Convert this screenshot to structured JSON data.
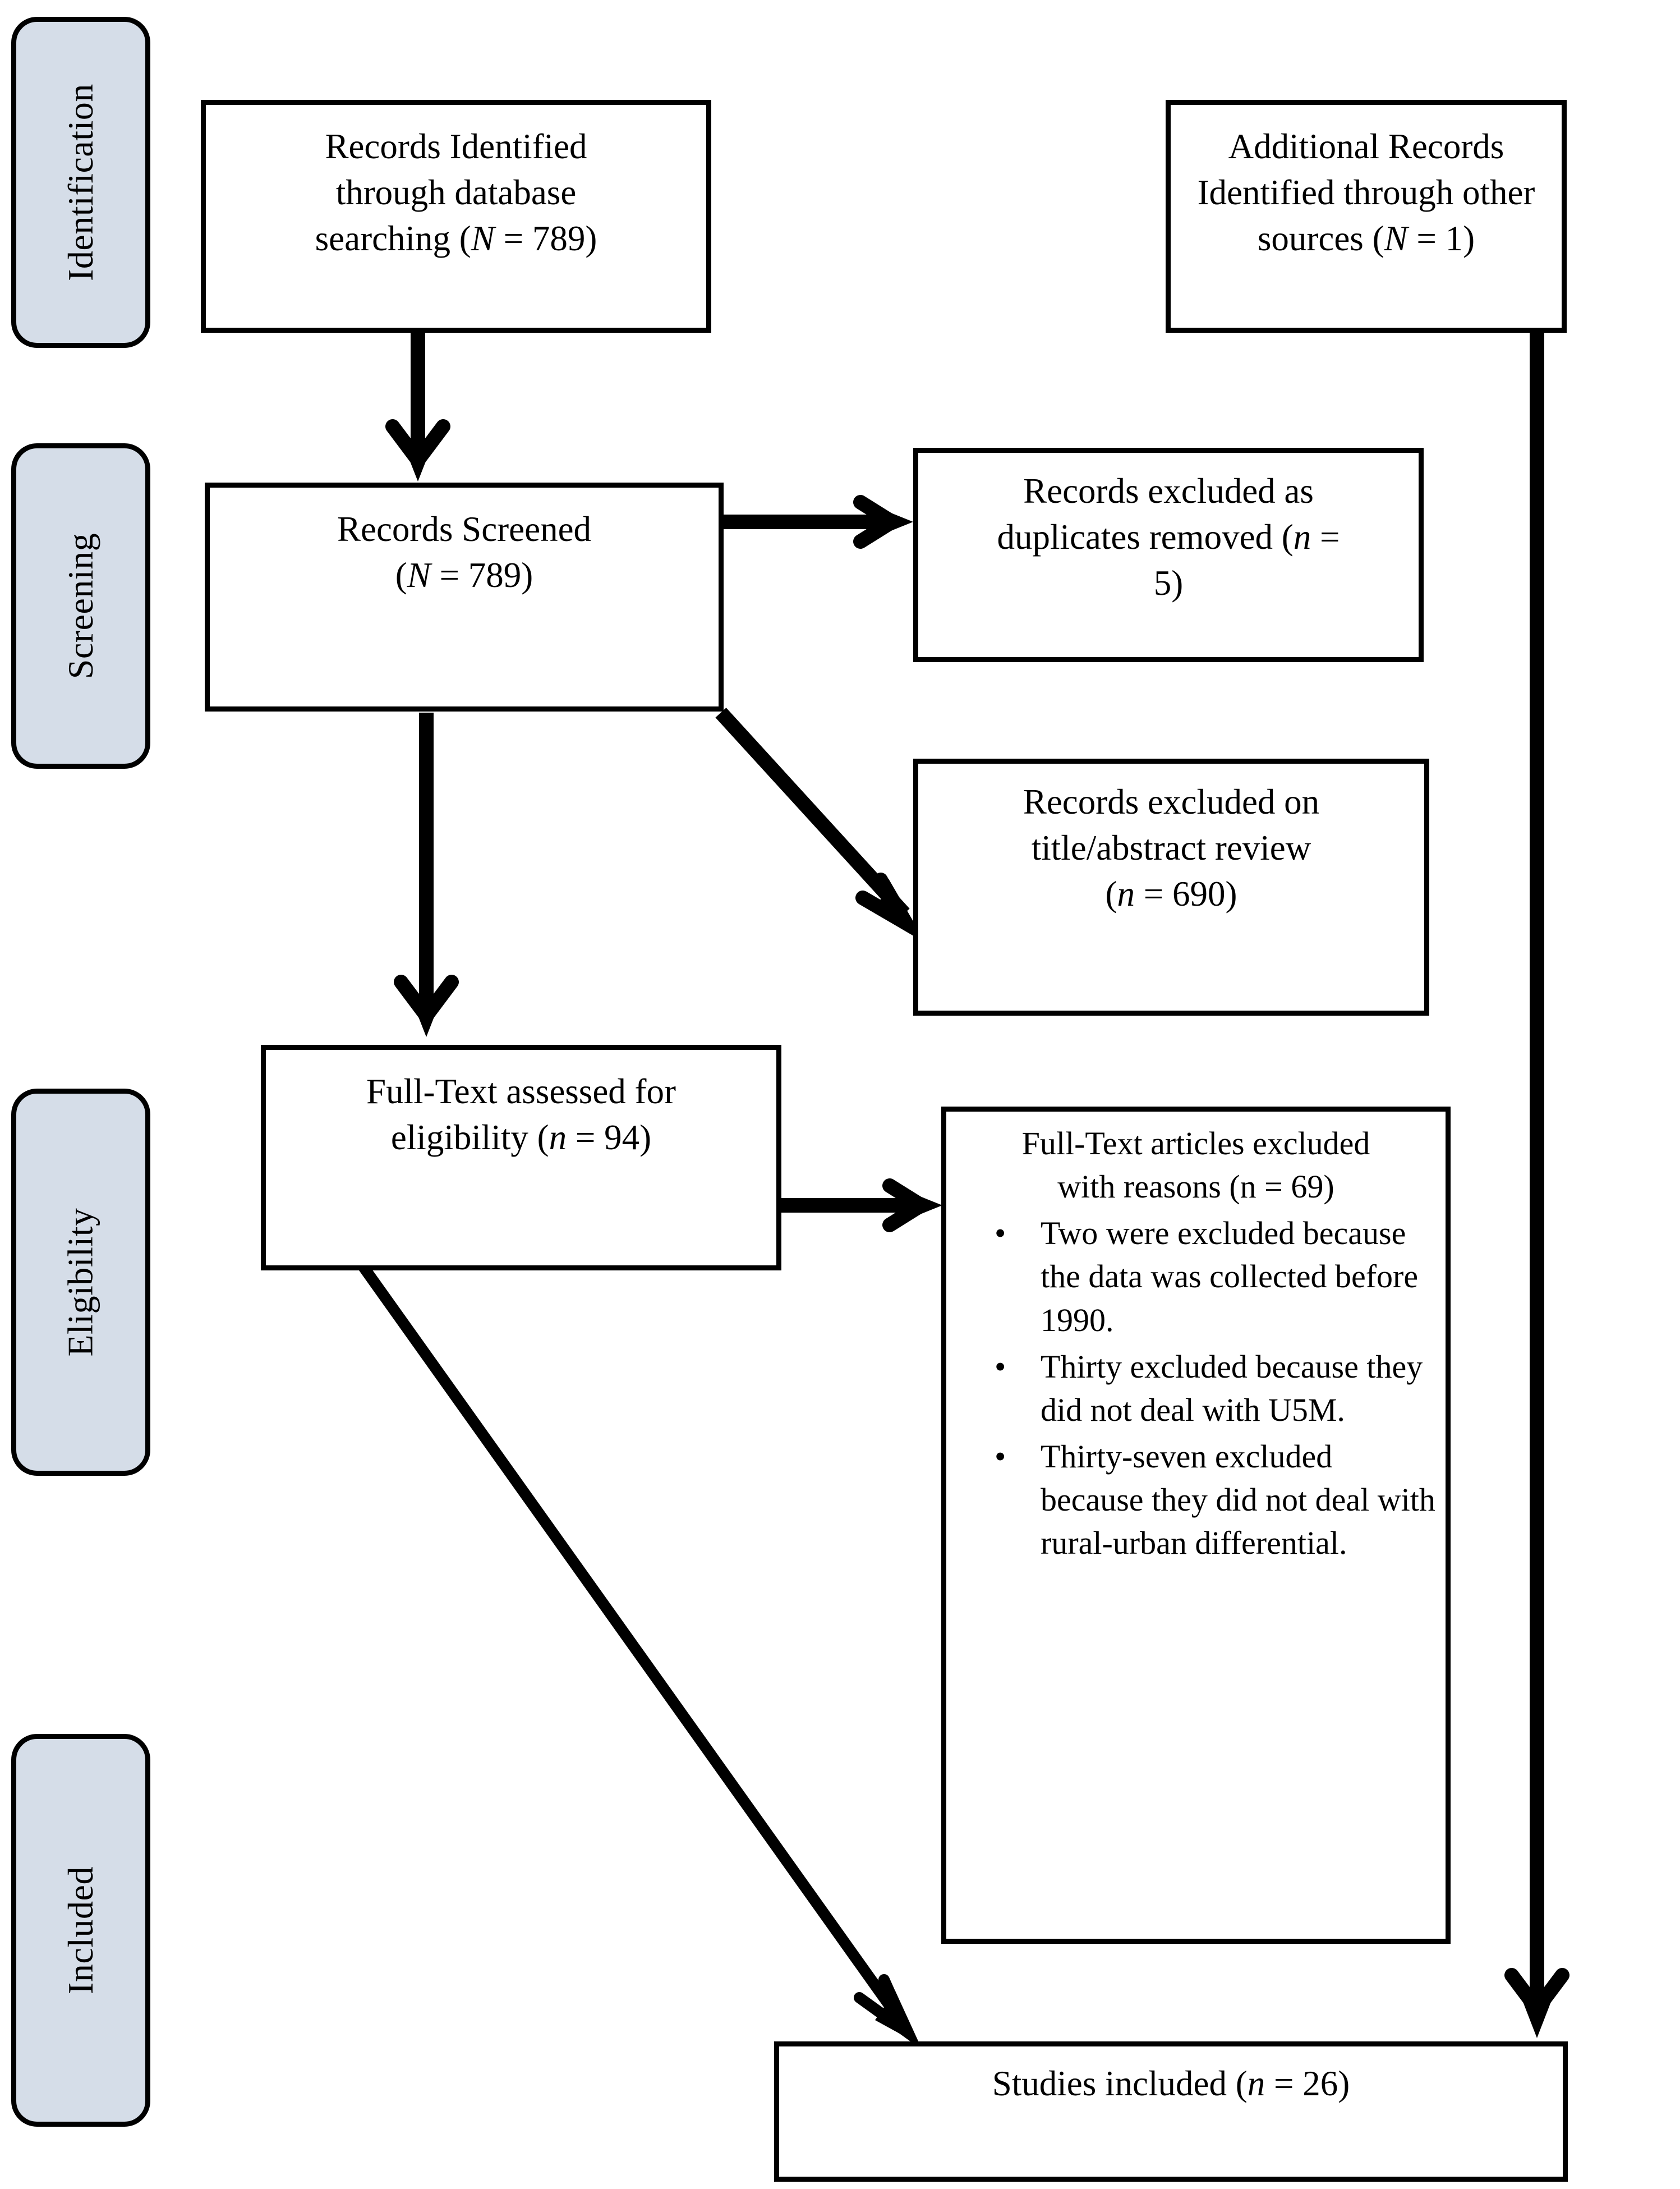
{
  "diagram": {
    "type": "prisma-flow-diagram",
    "title": "PRISMA study selection flow diagram",
    "colors": {
      "stage_label_fill": "#d5dde8",
      "stroke": "#000000",
      "box_fill": "#ffffff",
      "page_background": "#ffffff"
    }
  },
  "stages": [
    {
      "id": "identification",
      "label": "Identification"
    },
    {
      "id": "screening",
      "label": "Screening"
    },
    {
      "id": "eligibility",
      "label": "Eligibility"
    },
    {
      "id": "included",
      "label": "Included"
    }
  ],
  "boxes": {
    "records_identified": {
      "id": "records-identified",
      "stage": "identification",
      "lines": [
        {
          "parts": [
            {
              "t": "Records Identified",
              "style": "normal"
            }
          ]
        },
        {
          "parts": [
            {
              "t": "through database",
              "style": "normal"
            }
          ]
        },
        {
          "parts": [
            {
              "t": "searching (",
              "style": "normal"
            },
            {
              "t": "N",
              "style": "italic"
            },
            {
              "t": " = 789)",
              "style": "normal"
            }
          ]
        }
      ],
      "plain_text": "Records Identified through database searching (N = 789)",
      "count_symbol": "N",
      "count_value": 789
    },
    "additional_records": {
      "id": "additional-records",
      "stage": "identification",
      "lines": [
        {
          "parts": [
            {
              "t": "Additional Records",
              "style": "normal"
            }
          ]
        },
        {
          "parts": [
            {
              "t": "Identified through other",
              "style": "normal"
            }
          ]
        },
        {
          "parts": [
            {
              "t": "sources (",
              "style": "normal"
            },
            {
              "t": "N",
              "style": "italic"
            },
            {
              "t": " = 1)",
              "style": "normal"
            }
          ]
        }
      ],
      "plain_text": "Additional Records Identified through other sources (N = 1)",
      "count_symbol": "N",
      "count_value": 1
    },
    "records_screened": {
      "id": "records-screened",
      "stage": "screening",
      "lines": [
        {
          "parts": [
            {
              "t": "Records Screened",
              "style": "normal"
            }
          ]
        },
        {
          "parts": [
            {
              "t": "(",
              "style": "normal"
            },
            {
              "t": "N",
              "style": "italic"
            },
            {
              "t": " = 789)",
              "style": "normal"
            }
          ]
        }
      ],
      "plain_text": "Records Screened (N = 789)",
      "count_symbol": "N",
      "count_value": 789
    },
    "duplicates_removed": {
      "id": "records-excluded-duplicates",
      "stage": "screening",
      "lines": [
        {
          "parts": [
            {
              "t": "Records excluded as",
              "style": "normal"
            }
          ]
        },
        {
          "parts": [
            {
              "t": "duplicates removed (",
              "style": "normal"
            },
            {
              "t": "n",
              "style": "italic"
            },
            {
              "t": " =",
              "style": "normal"
            }
          ]
        },
        {
          "parts": [
            {
              "t": "5)",
              "style": "normal"
            }
          ]
        }
      ],
      "plain_text": "Records excluded as duplicates removed (n = 5)",
      "count_symbol": "n",
      "count_value": 5
    },
    "excluded_title_abstract": {
      "id": "records-excluded-title-abstract",
      "stage": "screening",
      "lines": [
        {
          "parts": [
            {
              "t": "Records excluded on",
              "style": "normal"
            }
          ]
        },
        {
          "parts": [
            {
              "t": "title/abstract review",
              "style": "normal"
            }
          ]
        },
        {
          "parts": [
            {
              "t": "(",
              "style": "normal"
            },
            {
              "t": "n",
              "style": "italic"
            },
            {
              "t": " = 690)",
              "style": "normal"
            }
          ]
        }
      ],
      "plain_text": "Records excluded on title/abstract review (n = 690)",
      "count_symbol": "n",
      "count_value": 690
    },
    "fulltext_assessed": {
      "id": "fulltext-assessed-eligibility",
      "stage": "eligibility",
      "lines": [
        {
          "parts": [
            {
              "t": "Full-Text assessed for",
              "style": "normal"
            }
          ]
        },
        {
          "parts": [
            {
              "t": "eligibility (",
              "style": "normal"
            },
            {
              "t": "n",
              "style": "italic"
            },
            {
              "t": " = 94)",
              "style": "normal"
            }
          ]
        }
      ],
      "plain_text": "Full-Text assessed for eligibility (n = 94)",
      "count_symbol": "n",
      "count_value": 94
    },
    "fulltext_excluded": {
      "id": "fulltext-articles-excluded",
      "stage": "eligibility",
      "heading_lines": [
        {
          "parts": [
            {
              "t": "Full-Text articles excluded",
              "style": "normal"
            }
          ]
        },
        {
          "parts": [
            {
              "t": "with reasons (",
              "style": "normal"
            },
            {
              "t": "n",
              "style": "italic"
            },
            {
              "t": " = 69)",
              "style": "normal"
            }
          ]
        }
      ],
      "heading_plain": "Full-Text articles excluded with reasons (n = 69)",
      "count_symbol": "n",
      "count_value": 69,
      "bullet_marker": "•",
      "reasons": [
        {
          "text": "Two were excluded because the data was collected before 1990.",
          "count": 2
        },
        {
          "text": "Thirty excluded because they did not deal with U5M.",
          "count": 30
        },
        {
          "text": "Thirty-seven excluded because they did not deal with rural-urban differential.",
          "count": 37
        }
      ]
    },
    "studies_included": {
      "id": "studies-included",
      "stage": "included",
      "lines": [
        {
          "parts": [
            {
              "t": "Studies included (",
              "style": "normal"
            },
            {
              "t": "n",
              "style": "italic"
            },
            {
              "t": " = 26)",
              "style": "normal"
            }
          ]
        }
      ],
      "plain_text": "Studies included (n = 26)",
      "count_symbol": "n",
      "count_value": 26
    }
  },
  "connectors": [
    {
      "id": "identified-to-screened",
      "from": "records_identified",
      "to": "records_screened",
      "kind": "straight-down-arrow"
    },
    {
      "id": "screened-to-duplicates",
      "from": "records_screened",
      "to": "duplicates_removed",
      "kind": "straight-right-arrow"
    },
    {
      "id": "screened-to-title-abstract",
      "from": "records_screened",
      "to": "excluded_title_abstract",
      "kind": "diagonal-arrow"
    },
    {
      "id": "screened-to-fulltext",
      "from": "records_screened",
      "to": "fulltext_assessed",
      "kind": "straight-down-arrow"
    },
    {
      "id": "fulltext-to-excluded",
      "from": "fulltext_assessed",
      "to": "fulltext_excluded",
      "kind": "straight-right-arrow"
    },
    {
      "id": "fulltext-to-included",
      "from": "fulltext_assessed",
      "to": "studies_included",
      "kind": "diagonal-arrow"
    },
    {
      "id": "additional-to-included",
      "from": "additional_records",
      "to": "studies_included",
      "kind": "straight-down-arrow"
    }
  ]
}
